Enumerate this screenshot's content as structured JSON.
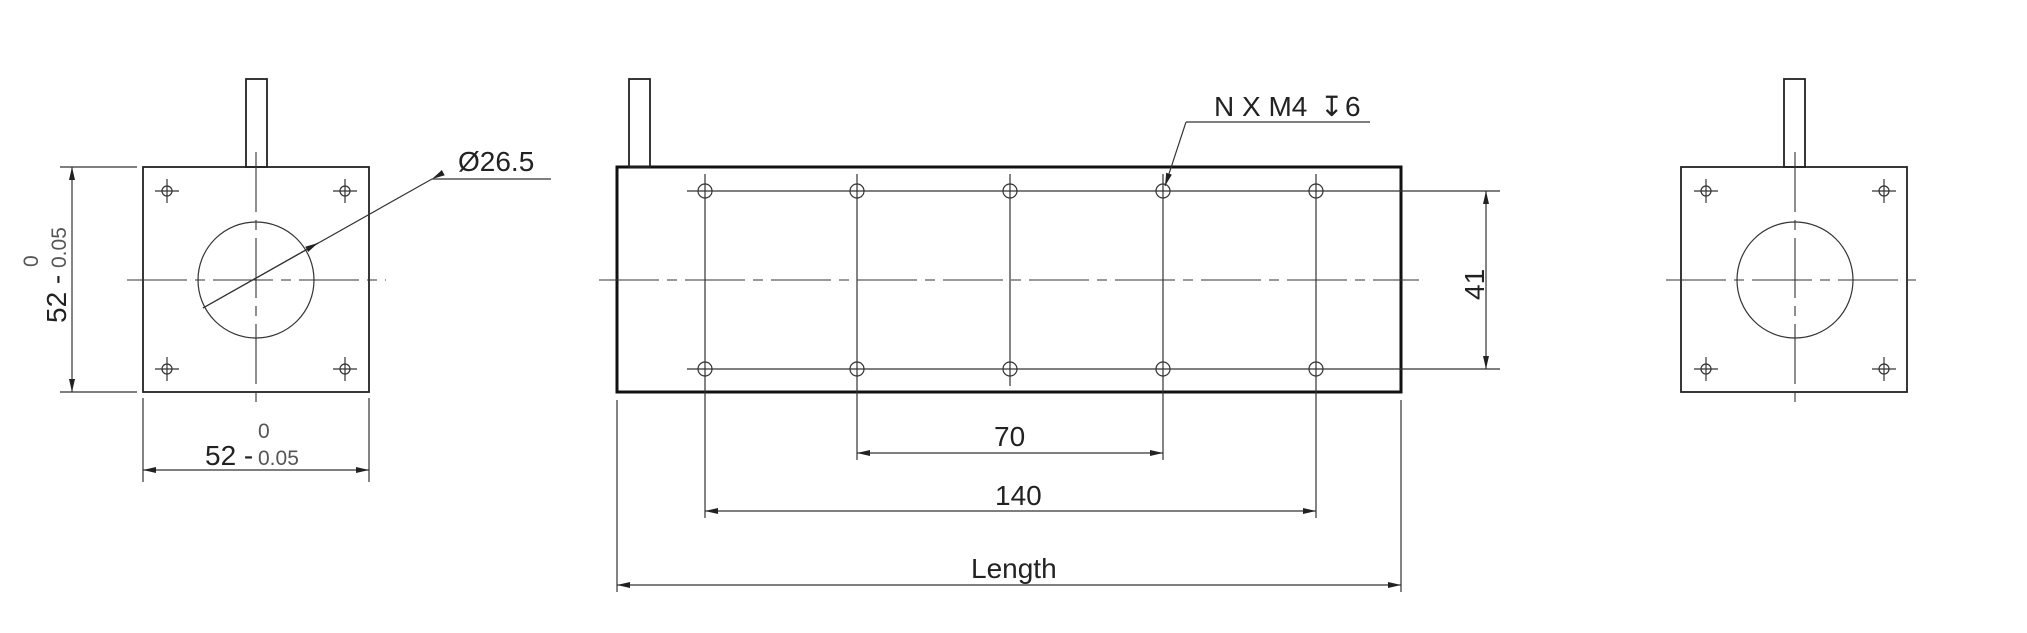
{
  "drawing": {
    "diameter_label": "Ø26.5",
    "height_nominal": "52 -",
    "height_tol_upper": "0",
    "height_tol_lower": "0.05",
    "width_nominal": "52 -",
    "width_tol_upper": "0",
    "width_tol_lower": "0.05",
    "hole_callout": "N X M4",
    "hole_depth_symbol": "↧",
    "hole_depth": "6",
    "dim_41": "41",
    "dim_70": "70",
    "dim_140": "140",
    "dim_length": "Length"
  }
}
